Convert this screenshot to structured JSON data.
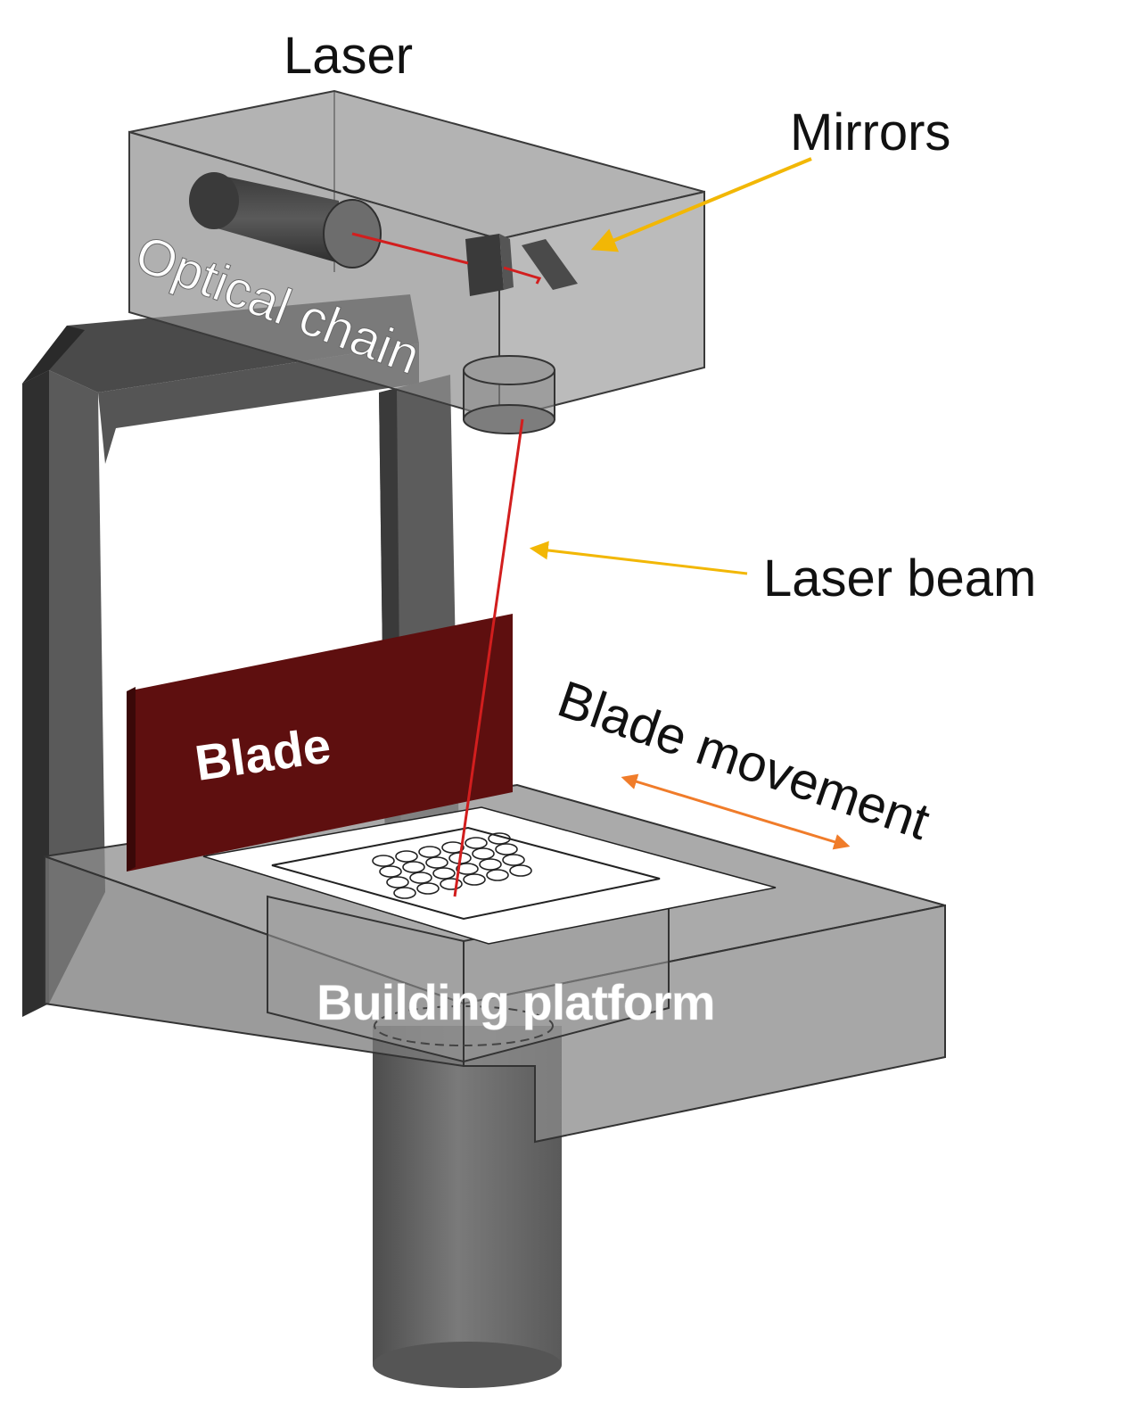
{
  "diagram": {
    "labels": {
      "laser": "Laser",
      "mirrors": "Mirrors",
      "optical_chain": "Optical chain",
      "laser_beam": "Laser beam",
      "blade_movement": "Blade movement",
      "blade": "Blade",
      "building_platform": "Building platform"
    },
    "colors": {
      "frame": "#4a4a4a",
      "housing": "#8f8f8f",
      "beam": "#d21e1e",
      "blade": "#5e0f0f",
      "callout_arrow_yellow": "#f2b705",
      "movement_arrow_orange": "#f07c2a",
      "powder_bed": "#ffffff"
    }
  }
}
